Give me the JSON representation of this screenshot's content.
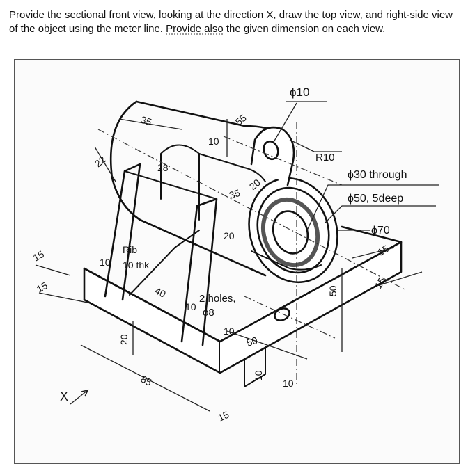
{
  "question": {
    "line1": "Provide the sectional front view, looking at the direction X, draw the top view, and right-side view",
    "line2_a": "of the object using the meter line. ",
    "line2_link": "Provide also",
    "line2_b": " the given dimension on each view."
  },
  "drawing": {
    "dims": {
      "phi10": "ϕ10",
      "d35": "35",
      "d10_top": "10",
      "d55": "55",
      "r10": "R10",
      "d22": "22",
      "d28": "28",
      "phi30": "ϕ30 through",
      "phi50": "ϕ50, 5deep",
      "d35_mid": "35",
      "d20_mid": "20",
      "d20_low": "20",
      "phi70": "ϕ70",
      "rib1": "Rib",
      "rib2": "10 thk",
      "d10_rib": "10",
      "d15_left1": "15",
      "d15_left2": "15",
      "d15_right1": "15",
      "d15_right2": "15",
      "d40": "40",
      "d10_small": "10",
      "holes1": "2 holes,",
      "holes2": "ϕ8",
      "d10_hole": "10",
      "d50_base": "50",
      "d50_side": "50",
      "d20_base": "20",
      "d85": "85",
      "d10_v": "10",
      "d10_h": "10",
      "d15_bottom": "15",
      "x_label": "X"
    }
  }
}
